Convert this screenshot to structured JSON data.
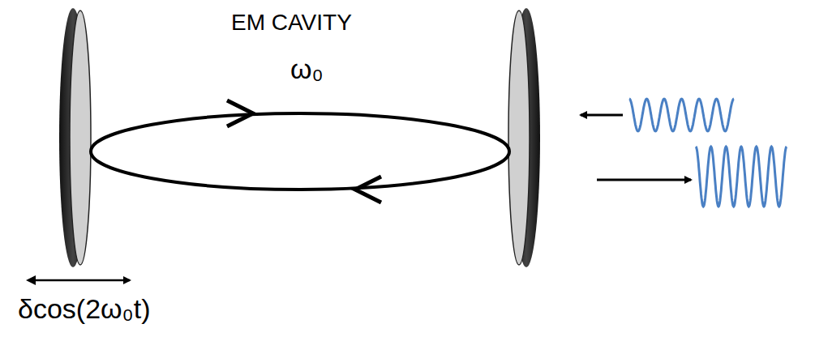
{
  "diagram": {
    "labels": [
      "EM CAVITY",
      "ω₀",
      "δcos(2ω₀t)"
    ]
  }
}
